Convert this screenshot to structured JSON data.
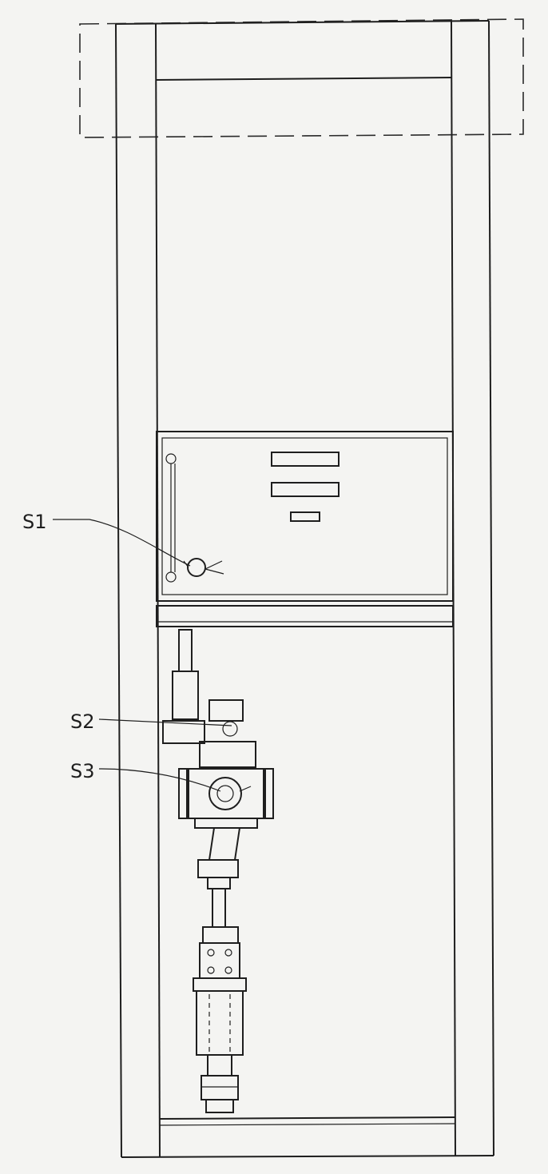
{
  "labels": {
    "s1": "S1",
    "s2": "S2",
    "s3": "S3"
  },
  "colors": {
    "line": "#1e1e1e",
    "paper": "#f4f4f2"
  }
}
